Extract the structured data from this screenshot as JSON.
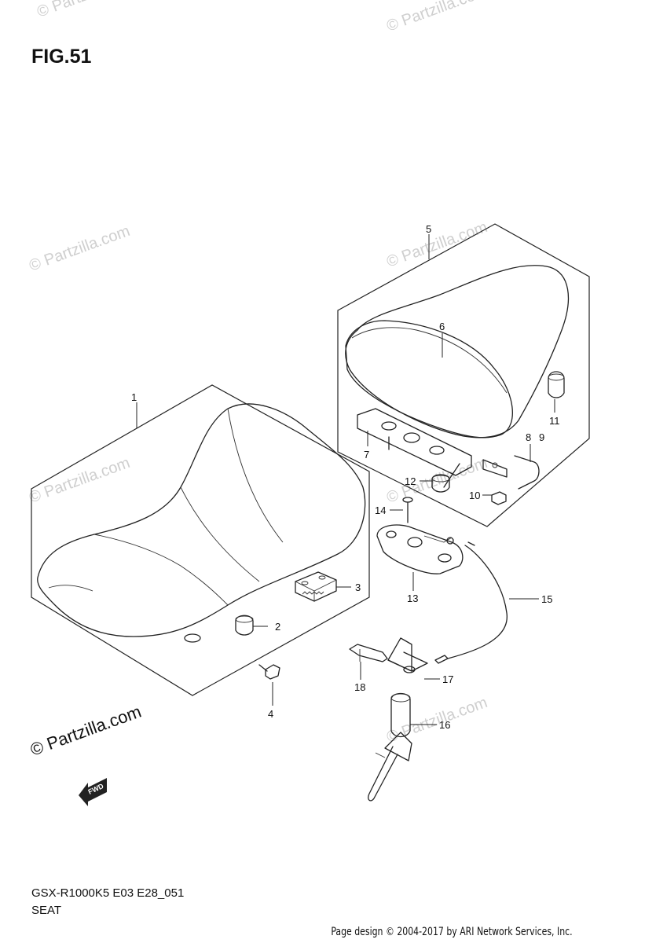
{
  "figure": {
    "title": "FIG.51"
  },
  "watermarks": {
    "text": "© Partzilla.com",
    "prominent": "© Partzilla.com"
  },
  "callouts": [
    "1",
    "2",
    "3",
    "4",
    "5",
    "6",
    "7",
    "8",
    "9",
    "10",
    "11",
    "12",
    "13",
    "14",
    "15",
    "16",
    "17",
    "18"
  ],
  "fwd_symbol": {
    "label": "FWD"
  },
  "footer": {
    "model_code": "GSX-R1000K5 E03 E28_051",
    "section_name": "SEAT",
    "credit": "Page design © 2004-2017 by ARI Network Services, Inc."
  }
}
